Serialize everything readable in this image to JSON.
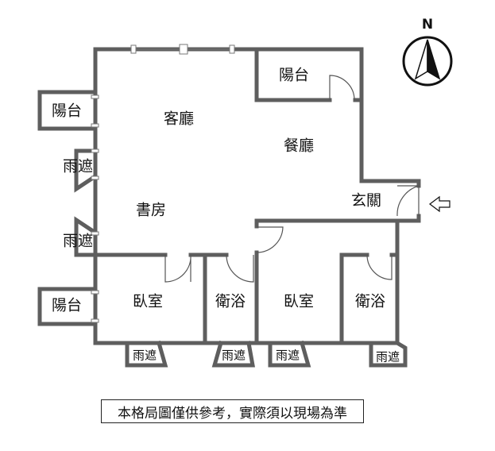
{
  "compass": {
    "north_label": "N",
    "icon": "north-arrow-icon"
  },
  "rooms": {
    "living_room": "客廳",
    "dining_room": "餐廳",
    "study": "書房",
    "entrance": "玄關",
    "balcony_top_left": "陽台",
    "balcony_top_right": "陽台",
    "balcony_bottom_left": "陽台",
    "canopy_left_upper": "雨遮",
    "canopy_left_lower": "雨遮",
    "bedroom_left": "臥室",
    "bathroom_left": "衛浴",
    "bedroom_right": "臥室",
    "bathroom_right": "衛浴",
    "canopy_bottom_1": "雨遮",
    "canopy_bottom_2": "雨遮",
    "canopy_bottom_3": "雨遮",
    "canopy_bottom_4": "雨遮"
  },
  "entry_icon": "entry-arrow-icon",
  "disclaimer": "本格局圖僅供參考，實際須以現場為準"
}
